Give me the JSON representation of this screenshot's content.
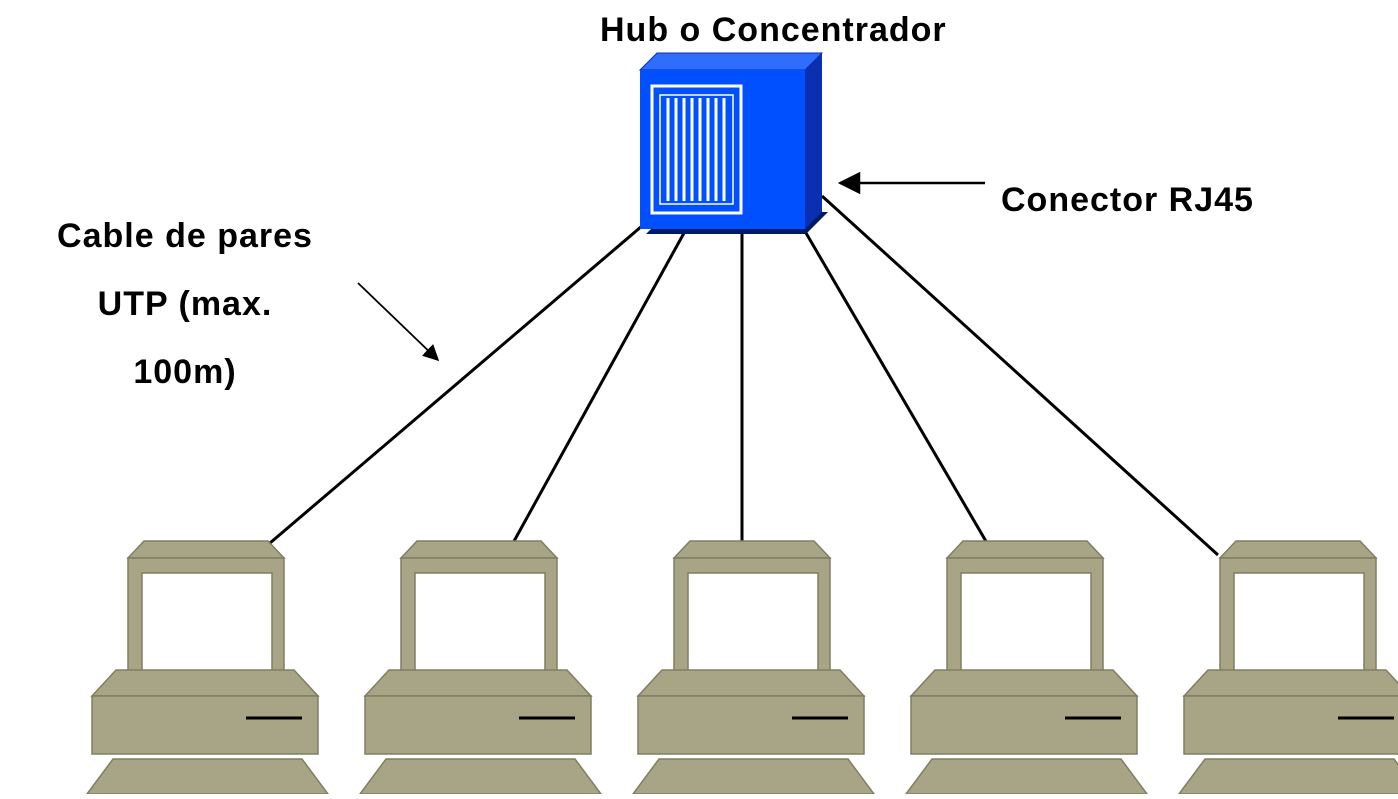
{
  "labels": {
    "hub_title": "Hub o Concentrador",
    "connector": "Conector RJ45",
    "cable_line1": "Cable de pares",
    "cable_line2": "UTP (max.",
    "cable_line3": "100m)"
  },
  "nodes": {
    "hub_count": 1,
    "computer_count": 5
  },
  "colors": {
    "hub_front": "#0050ff",
    "hub_top": "#2f6dff",
    "hub_side": "#0a2fb0",
    "computer_body": "#a7a585",
    "computer_dark": "#807e62",
    "screen": "#ffffff",
    "cable": "#000000"
  }
}
